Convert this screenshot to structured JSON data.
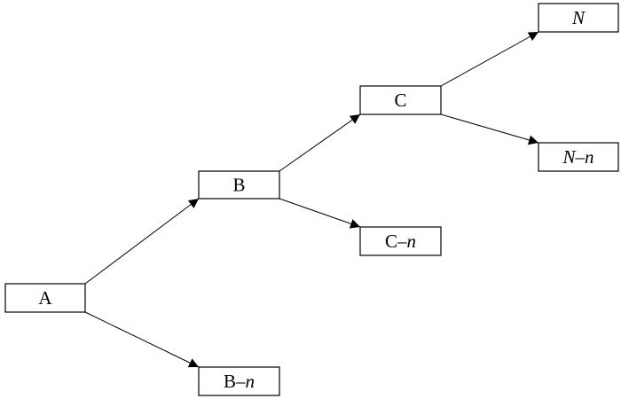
{
  "nodes": [
    {
      "id": "A",
      "parts": [
        {
          "text": "A",
          "italic": false
        }
      ]
    },
    {
      "id": "B",
      "parts": [
        {
          "text": "B",
          "italic": false
        }
      ]
    },
    {
      "id": "C",
      "parts": [
        {
          "text": "C",
          "italic": false
        }
      ]
    },
    {
      "id": "N",
      "parts": [
        {
          "text": "N",
          "italic": true
        }
      ]
    },
    {
      "id": "B-n",
      "parts": [
        {
          "text": "B–",
          "italic": false
        },
        {
          "text": "n",
          "italic": true
        }
      ]
    },
    {
      "id": "C-n",
      "parts": [
        {
          "text": "C–",
          "italic": false
        },
        {
          "text": "n",
          "italic": true
        }
      ]
    },
    {
      "id": "N-n",
      "parts": [
        {
          "text": "N",
          "italic": true
        },
        {
          "text": "–",
          "italic": false
        },
        {
          "text": "n",
          "italic": true
        }
      ]
    }
  ],
  "edges": [
    {
      "from": "A",
      "to": "B"
    },
    {
      "from": "A",
      "to": "B-n"
    },
    {
      "from": "B",
      "to": "C"
    },
    {
      "from": "B",
      "to": "C-n"
    },
    {
      "from": "C",
      "to": "N"
    },
    {
      "from": "C",
      "to": "N-n"
    }
  ],
  "colors": {
    "line": "#000000",
    "box_fill": "#ffffff"
  }
}
